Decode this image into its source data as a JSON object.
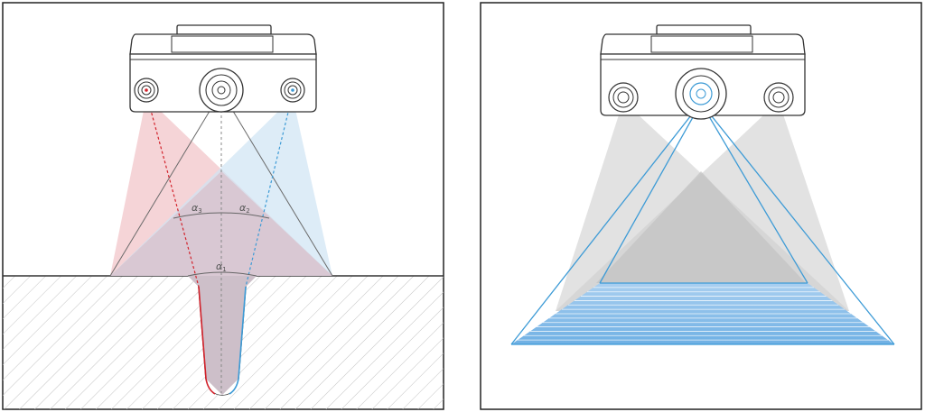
{
  "colors": {
    "red": "#d2222b",
    "blue": "#3d9bd6",
    "red_fill": "#f2c6c9",
    "blue_fill": "#cfe4f4",
    "overlap_fill": "#d9c6d1",
    "gray_fill": "#cfcfcf",
    "stripe_fill": "#8fc0ea",
    "outline": "#333333",
    "hatch": "#b9b9b9"
  },
  "left_panel": {
    "angles": [
      {
        "greek": "α",
        "sub": "3"
      },
      {
        "greek": "α",
        "sub": "2"
      },
      {
        "greek": "α",
        "sub": "1"
      }
    ]
  },
  "icons": {
    "camera_left": "depth-camera-icon",
    "camera_right": "depth-camera-icon"
  }
}
